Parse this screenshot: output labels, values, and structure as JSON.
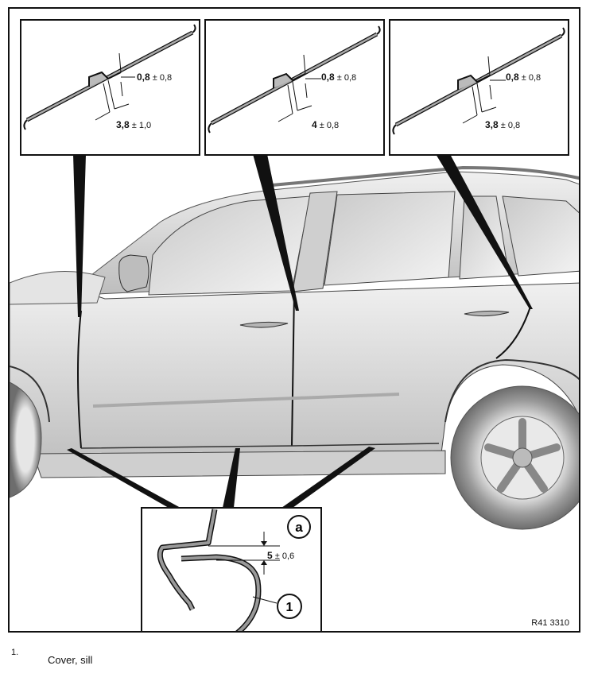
{
  "callouts": {
    "detail_1": {
      "gap_bold": "0,8",
      "gap_tol": "± 0,8",
      "width_bold": "3,8",
      "width_tol": "± 1,0"
    },
    "detail_2": {
      "gap_bold": "0,8",
      "gap_tol": "± 0,8",
      "width_bold": "4",
      "width_tol": "± 0,8"
    },
    "detail_3": {
      "gap_bold": "0,8",
      "gap_tol": "± 0,8",
      "width_bold": "3,8",
      "width_tol": "± 0,8"
    },
    "detail_sill": {
      "letter": "a",
      "dim_bold": "5",
      "dim_tol": "± 0,6",
      "part_number": "1"
    }
  },
  "reference_code": "R41 3310",
  "legend": [
    {
      "number": "1.",
      "text": "Cover, sill"
    }
  ],
  "colors": {
    "line": "#111111",
    "car_body": "#d8d8d8",
    "panel_bg": "#ffffff"
  }
}
